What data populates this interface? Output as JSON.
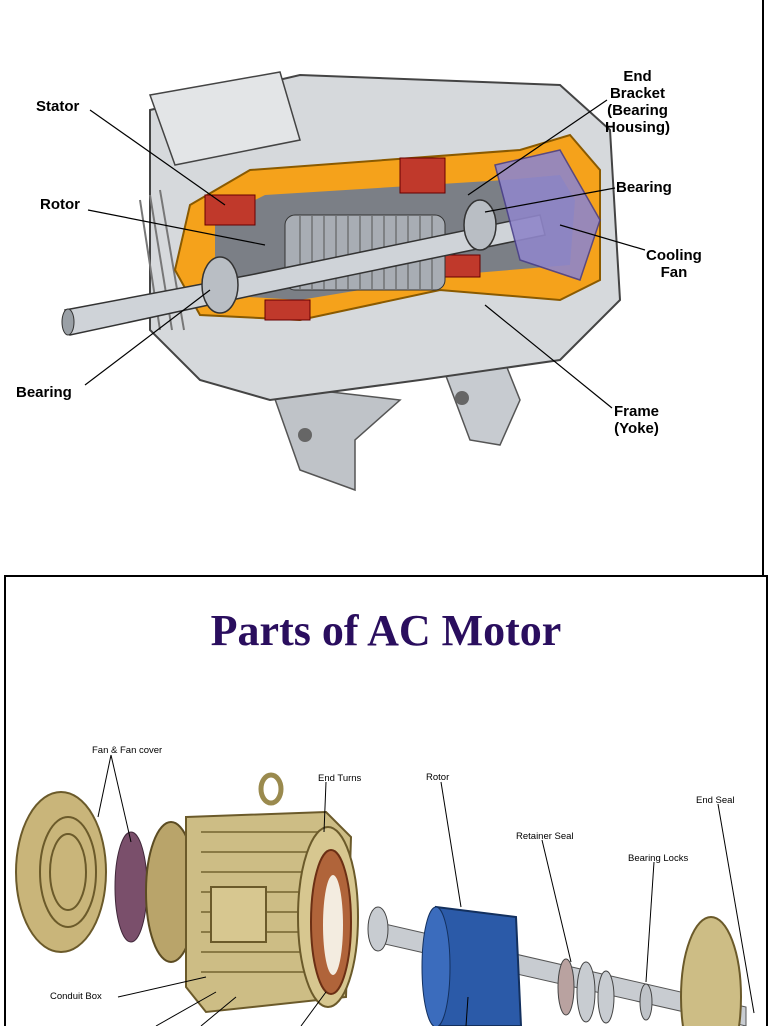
{
  "top_diagram": {
    "labels": {
      "stator": "Stator",
      "rotor": "Rotor",
      "bearing_left": "Bearing",
      "end_bracket": [
        "End",
        "Bracket",
        "(Bearing",
        "Housing)"
      ],
      "bearing_right": "Bearing",
      "cooling_fan": [
        "Cooling",
        "Fan"
      ],
      "frame": [
        "Frame",
        "(Yoke)"
      ]
    }
  },
  "bottom_diagram": {
    "title": "Parts of AC Motor",
    "labels": {
      "fan_cover": "Fan & Fan cover",
      "end_turns": "End Turns",
      "rotor": "Rotor",
      "end_seal": "End Seal",
      "retainer_seal": "Retainer Seal",
      "bearing_locks": "Bearing Locks",
      "conduit_box": "Conduit Box"
    }
  },
  "colors": {
    "cutaway_orange": "#f5a21b",
    "winding_red": "#c0392b",
    "motor_brass": "#c9b57a",
    "rotor_blue": "#2b5aa8",
    "title_purple": "#2a0e5e"
  }
}
